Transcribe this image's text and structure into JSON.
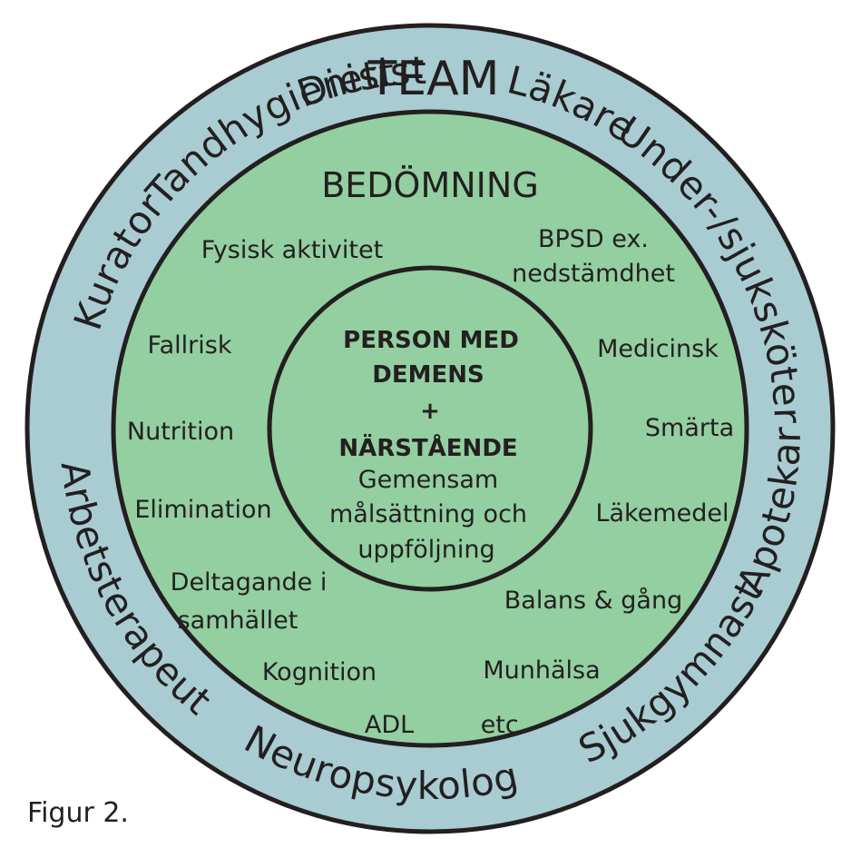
{
  "colors": {
    "outer_ring": "#a8ccd2",
    "inner_disc": "#93cfa0",
    "outline": "#231f20"
  },
  "team": {
    "title": "TEAM",
    "members_top": [
      "Dietist",
      "Läkare",
      "Under-/sjuksköterska",
      "Tandhygienist",
      "Kurator"
    ],
    "members_bottom": [
      "Arbetsterapeut",
      "Neuropsykolog",
      "Sjukgymnast",
      "Apotekare"
    ]
  },
  "assessment": {
    "title": "BEDÖMNING",
    "items": [
      "Fysisk aktivitet",
      "BPSD ex.",
      "nedstämdhet",
      "Fallrisk",
      "Medicinsk",
      "Nutrition",
      "Smärta",
      "Elimination",
      "Läkemedel",
      "Deltagande i",
      "samhället",
      "Balans & gång",
      "Kognition",
      "Munhälsa",
      "ADL",
      "etc."
    ]
  },
  "center": {
    "line1": "PERSON MED",
    "line2": "DEMENS",
    "plus": "+",
    "line3": "NÄRSTÅENDE",
    "sub1": "Gemensam",
    "sub2": "målsättning och",
    "sub3": "uppföljning"
  },
  "caption": "Figur 2."
}
